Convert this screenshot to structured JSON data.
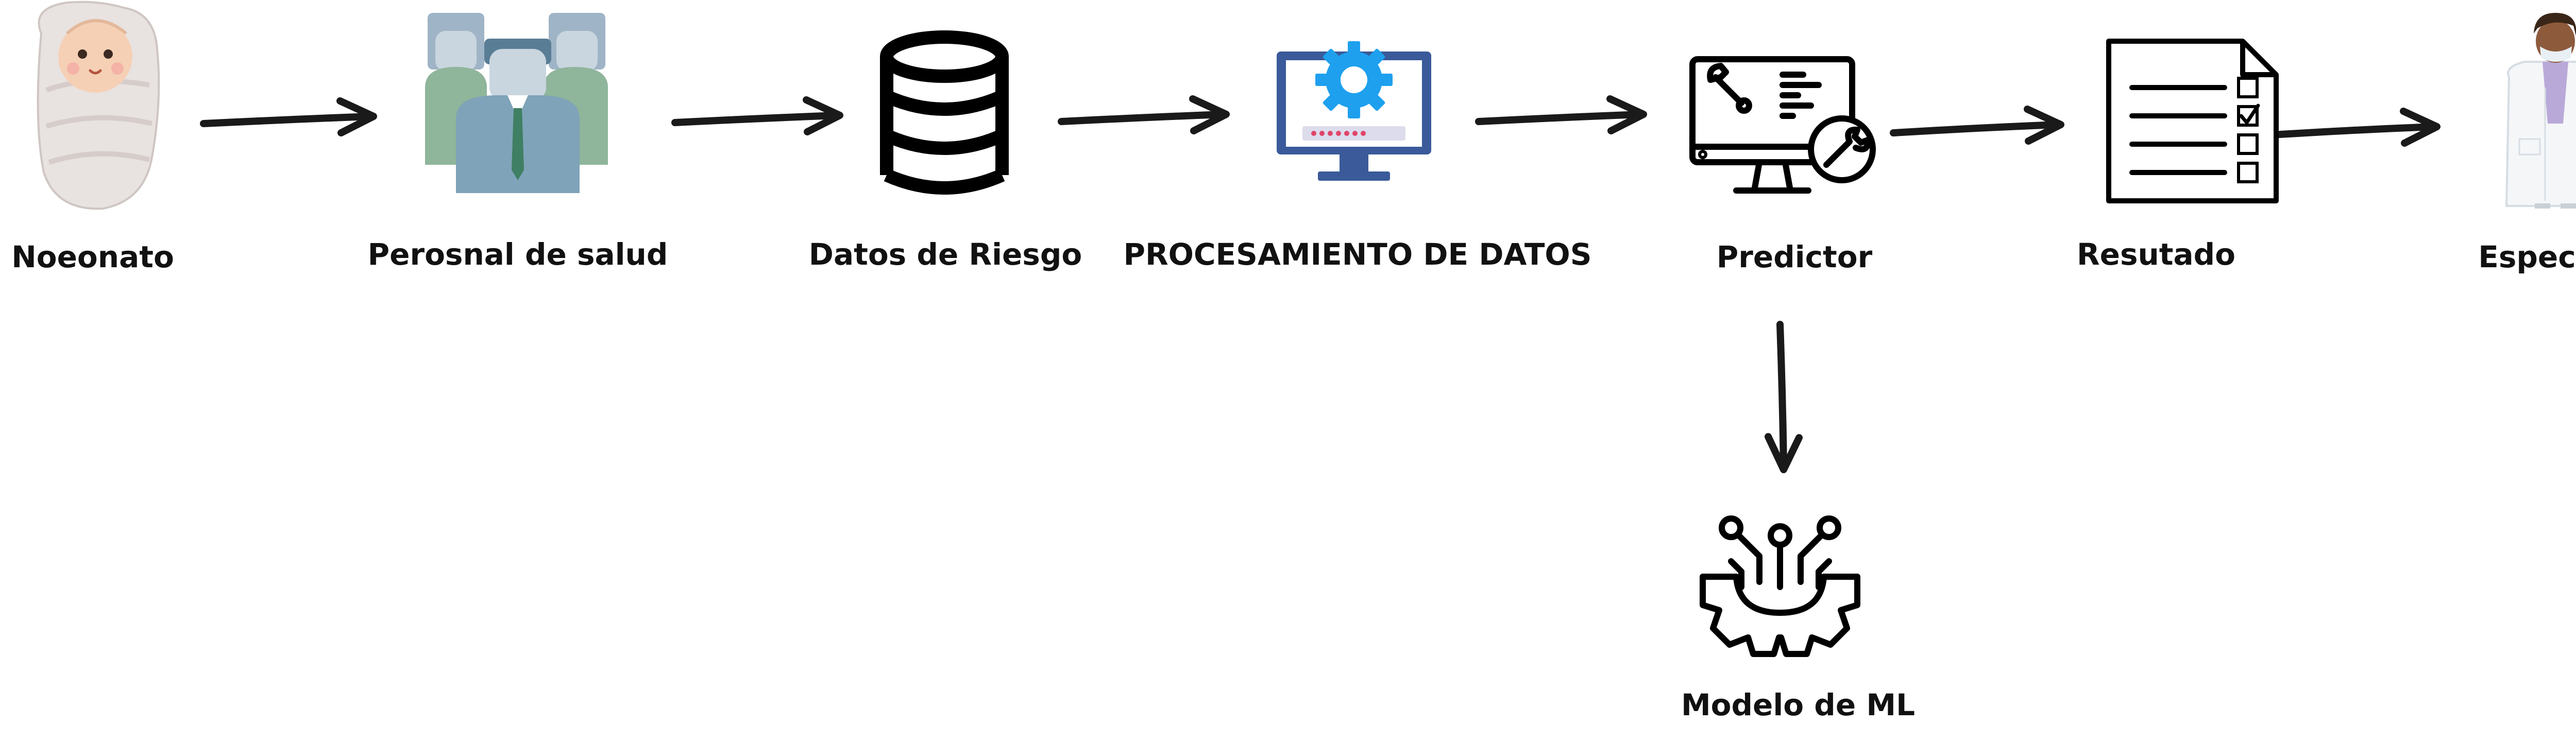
{
  "diagram": {
    "nodes": [
      {
        "id": "neonato",
        "label": "Noeonato",
        "icon": "baby-icon"
      },
      {
        "id": "personal",
        "label": "Perosnal de salud",
        "icon": "health-staff-icon"
      },
      {
        "id": "datos",
        "label": "Datos de Riesgo",
        "icon": "database-icon"
      },
      {
        "id": "procesamiento",
        "label": "PROCESAMIENTO DE DATOS",
        "icon": "monitor-gear-icon"
      },
      {
        "id": "predictor",
        "label": "Predictor",
        "icon": "monitor-wrench-icon"
      },
      {
        "id": "resultado",
        "label": "Resutado",
        "icon": "checklist-document-icon"
      },
      {
        "id": "especialista",
        "label": "Especialista",
        "icon": "doctor-icon"
      },
      {
        "id": "modelo",
        "label": "Modelo de ML",
        "icon": "ml-gear-circuit-icon"
      }
    ],
    "edges": [
      {
        "from": "neonato",
        "to": "personal"
      },
      {
        "from": "personal",
        "to": "datos"
      },
      {
        "from": "datos",
        "to": "procesamiento"
      },
      {
        "from": "procesamiento",
        "to": "predictor"
      },
      {
        "from": "predictor",
        "to": "resultado"
      },
      {
        "from": "resultado",
        "to": "especialista"
      },
      {
        "from": "predictor",
        "to": "modelo"
      }
    ],
    "colors": {
      "text": "#111111",
      "arrow": "#1a1a1a",
      "monitor_blue": "#3a5a9a",
      "gear_blue": "#1ea0ee",
      "staff_green": "#8fb59b",
      "staff_blue": "#7fa3b8"
    }
  }
}
